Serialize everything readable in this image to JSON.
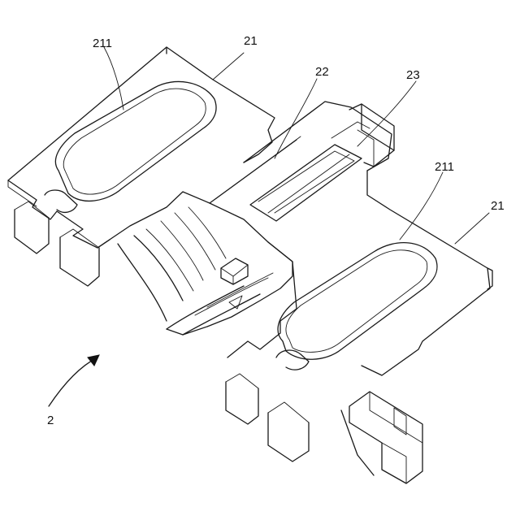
{
  "labels": {
    "pad_top_left": "211",
    "part_top": "21",
    "middle_bridge": "22",
    "latch_top": "23",
    "pad_right": "211",
    "part_right": "21",
    "assembly": "2"
  }
}
